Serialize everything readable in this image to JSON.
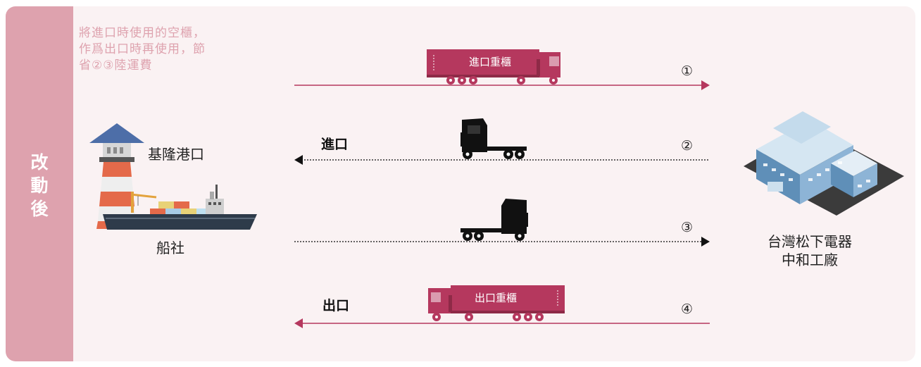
{
  "side_label": [
    "改",
    "動",
    "後"
  ],
  "note": [
    "將進口時使用的空櫃，",
    "作爲出口時再使用，節",
    "省②③陸運費"
  ],
  "port_label": "基隆港口",
  "ship_label": "船社",
  "factory_label": [
    "台灣松下電器",
    "中和工廠"
  ],
  "import_label": "進口",
  "export_label": "出口",
  "routes": [
    {
      "number": "①",
      "truck_text": "進口重櫃"
    },
    {
      "number": "②"
    },
    {
      "number": "③"
    },
    {
      "number": "④",
      "truck_text": "出口重櫃"
    }
  ],
  "colors": {
    "accent": "#b5385e",
    "sidebar": "#dea2ae",
    "background": "#faf2f3",
    "dark": "#111111"
  }
}
